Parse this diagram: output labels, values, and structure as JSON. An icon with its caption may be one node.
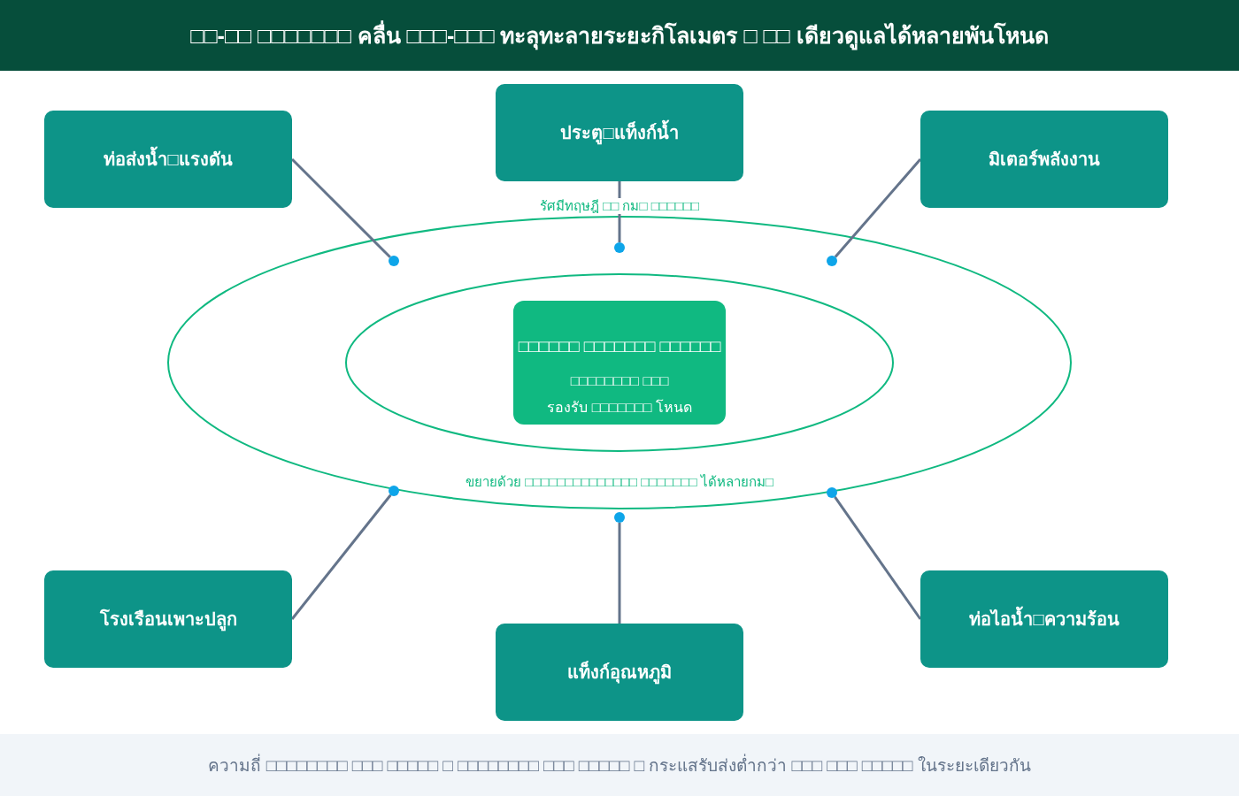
{
  "diagram": {
    "title": "□□-□□ □□□□□□□ คลื่น □□□-□□□ ทะลุทะลายระยะกิโลเมตร □ □□ เดียวดูแลได้หลายพันโหนด",
    "caption": "ความถี่ □□□□□□□□ □□□ □□□□□ □ □□□□□□□□ □□□ □□□□□ □ กระแสรับส่งต่ำกว่า □□□ □□□ □□□□□ ในระยะเดียวกัน",
    "nodes": [
      {
        "text": [
          "ท่อส่งน้ำ□แรงดัน"
        ]
      },
      {
        "text": [
          "ประตู□แท็งก์น้ำ"
        ]
      },
      {
        "text": [
          "มิเตอร์พลังงาน"
        ]
      },
      {
        "text": [],
        "shape": "ellipse"
      },
      {
        "text": [],
        "shape": "ellipse",
        "in": 3
      },
      {
        "text": [
          "□□□□□□ □□□□□□□ □□□□□□",
          "□□□□□□□□ □□□",
          "รองรับ □□□□□□□ โหนด"
        ],
        "in": 4
      },
      {
        "text": [],
        "shape": "circle",
        "in": 3
      },
      {
        "text": [],
        "shape": "circle",
        "in": 3
      },
      {
        "text": [],
        "shape": "circle",
        "in": 3
      },
      {
        "text": [],
        "shape": "circle"
      },
      {
        "text": [],
        "shape": "circle"
      },
      {
        "text": [],
        "shape": "circle"
      },
      {
        "text": [
          "โรงเรือนเพาะปลูก"
        ]
      },
      {
        "text": [
          "แท็งก์อุณหภูมิ"
        ]
      },
      {
        "text": [
          "ท่อไอน้ำ□ความร้อน"
        ]
      }
    ],
    "edges": [
      {
        "from": 0,
        "to": 6,
        "arrow": "none"
      },
      {
        "from": 1,
        "to": 7,
        "arrow": "none"
      },
      {
        "from": 2,
        "to": 8,
        "arrow": "none"
      },
      {
        "from": 12,
        "to": 9,
        "arrow": "none"
      },
      {
        "from": 13,
        "to": 10,
        "arrow": "none"
      },
      {
        "from": 14,
        "to": 11,
        "arrow": "none"
      }
    ],
    "labels": [
      "รัศมีทฤษฎี □□ กม□ □□□□□□",
      "ขยายด้วย □□□□□□□□□□□□□□ □□□□□□□ ได้หลายกม□"
    ]
  }
}
